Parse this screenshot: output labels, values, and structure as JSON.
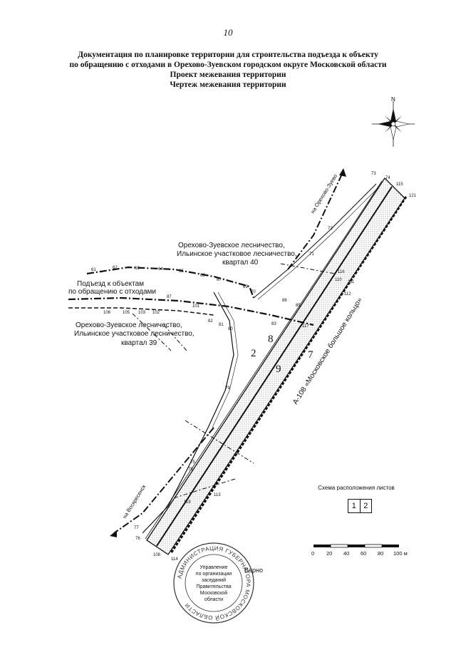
{
  "page_number": "10",
  "header": {
    "line1": "Документация по планировке территории для строительства подъезда к объекту",
    "line2": "по обращению с отходами в Орехово-Зуевском городском округе Московской области",
    "line3": "Проект межевания территории",
    "line4": "Чертеж межевания территории"
  },
  "compass": {
    "north_label": "N"
  },
  "labels": {
    "quarter40_l1": "Орехово-Зуевское  лесничество,",
    "quarter40_l2": "Ильинское участковое лесничество,",
    "quarter40_l3": "квартал 40",
    "quarter39_l1": "Орехово-Зуевское  лесничество,",
    "quarter39_l2": "Ильинское участковое лесничество,",
    "quarter39_l3": "квартал  39",
    "access_l1": "Подъезд к объектам",
    "access_l2": "по обращению с отходами",
    "highway": "А-108 «Московское большое кольцо»",
    "to_orekhovo": "на Орехово-Зуево",
    "to_voskresensk": "на Воскресенск"
  },
  "plot_numbers": {
    "n2": "2",
    "n8": "8",
    "n9": "9",
    "n7": "7"
  },
  "points": {
    "p61": "61",
    "p62": "62",
    "p63": "63",
    "p64": "64",
    "p65": "65",
    "p66": "66",
    "p67": "67",
    "p69": "69",
    "p70": "70",
    "p71": "71",
    "p72": "72",
    "p73": "73",
    "p74": "74",
    "p115": "115",
    "p121": "121",
    "p116": "116",
    "p110": "110",
    "p111": "111",
    "p112": "112",
    "p86": "86",
    "p85": "85",
    "p117": "117",
    "p83": "83",
    "p82": "82",
    "p81": "81",
    "p80": "80",
    "p79": "79",
    "p78": "78",
    "p75": "75",
    "p76": "76",
    "p77": "77",
    "p113": "113",
    "p114": "114",
    "p108": "108",
    "p119": "119",
    "p87": "87",
    "p101": "101",
    "p106": "106",
    "p103": "103",
    "p105": "105",
    "p102": "102"
  },
  "scheme": {
    "title": "Схема расположения листов",
    "sheet1": "1",
    "sheet2": "2"
  },
  "scale": {
    "ticks": [
      "0",
      "20",
      "40",
      "60",
      "80",
      "100 м"
    ]
  },
  "stamp": {
    "ring_text": "АДМИНИСТРАЦИЯ ГУБЕРНАТОРА МОСКОВСКОЙ ОБЛАСТИ",
    "inner_l1": "Управление",
    "inner_l2": "по организации",
    "inner_l3": "заседаний",
    "inner_l4": "Правительства",
    "inner_l5": "Московской",
    "inner_l6": "области",
    "verno": "Верно"
  }
}
